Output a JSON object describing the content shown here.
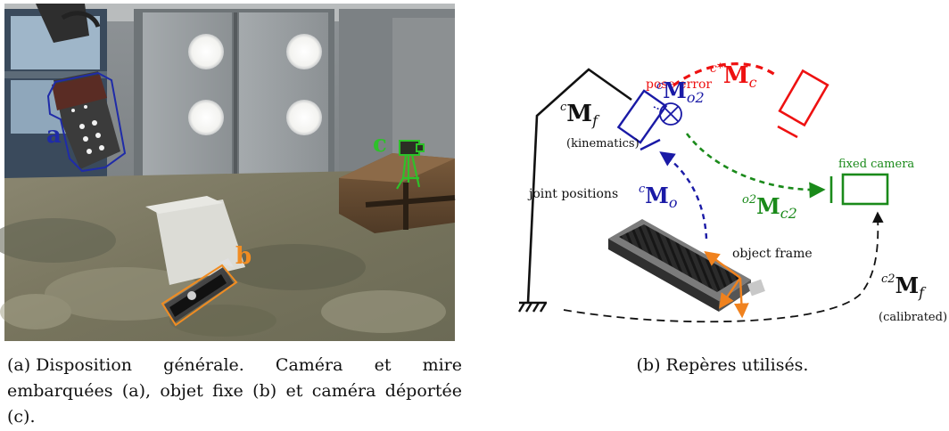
{
  "caption_a": {
    "label": "(a)",
    "text": "Disposition générale. Caméra et mire embarquées (a), objet fixe (b) et caméra déportée (c)."
  },
  "caption_b": {
    "label": "(b)",
    "text": "Repères utilisés."
  },
  "photo": {
    "labels": {
      "a": "a",
      "b": "b",
      "c": "c"
    },
    "colors": {
      "a": "#1f2ba8",
      "b": "#f08c22",
      "c": "#2ec12a"
    }
  },
  "diagram": {
    "pose_error": "pose error",
    "c_star_M_c": "c*Mc",
    "c_M_f": "cMf",
    "kinematics": "(kinematics)",
    "c_M_o2": "cMo2",
    "joint_positions": "joint positions",
    "c_M_o": "cMo",
    "o2_M_c2": "o2Mc2",
    "fixed_camera": "fixed camera",
    "object_frame": "object frame",
    "c2_M_f": "c2Mf",
    "calibrated": "(calibrated)",
    "colors": {
      "red": "#ee1111",
      "blue": "#1a1aa6",
      "green": "#1a8a1a",
      "orange": "#f0821e",
      "black": "#111111"
    }
  }
}
